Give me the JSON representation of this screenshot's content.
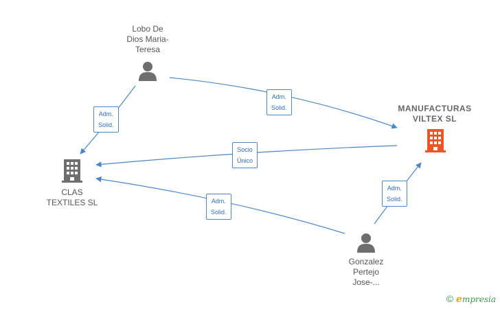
{
  "nodes": {
    "lobo": {
      "label": "Lobo De\nDios Maria-\nTeresa",
      "kind": "person",
      "color": "#6e6e6e"
    },
    "manufacturas": {
      "label": "MANUFACTURAS\nVILTEX  SL",
      "kind": "company",
      "color": "#e8562a",
      "main": true
    },
    "clas": {
      "label": "CLAS\nTEXTILES  SL",
      "kind": "company",
      "color": "#6e6e6e"
    },
    "gonzalez": {
      "label": "Gonzalez\nPertejo\nJose-...",
      "kind": "person",
      "color": "#6e6e6e"
    }
  },
  "edges": [
    {
      "from": "lobo",
      "to": "manufacturas",
      "label": "Adm.\nSolid."
    },
    {
      "from": "lobo",
      "to": "clas",
      "label": "Adm.\nSolid."
    },
    {
      "from": "manufacturas",
      "to": "clas",
      "label": "Socio\nÚnico"
    },
    {
      "from": "gonzalez",
      "to": "clas",
      "label": "Adm.\nSolid."
    },
    {
      "from": "gonzalez",
      "to": "manufacturas",
      "label": "Adm.\nSolid."
    }
  ],
  "brand": {
    "copyright": "©",
    "initial": "e",
    "name": "mpresia"
  },
  "edge_color": "#4a86c8"
}
